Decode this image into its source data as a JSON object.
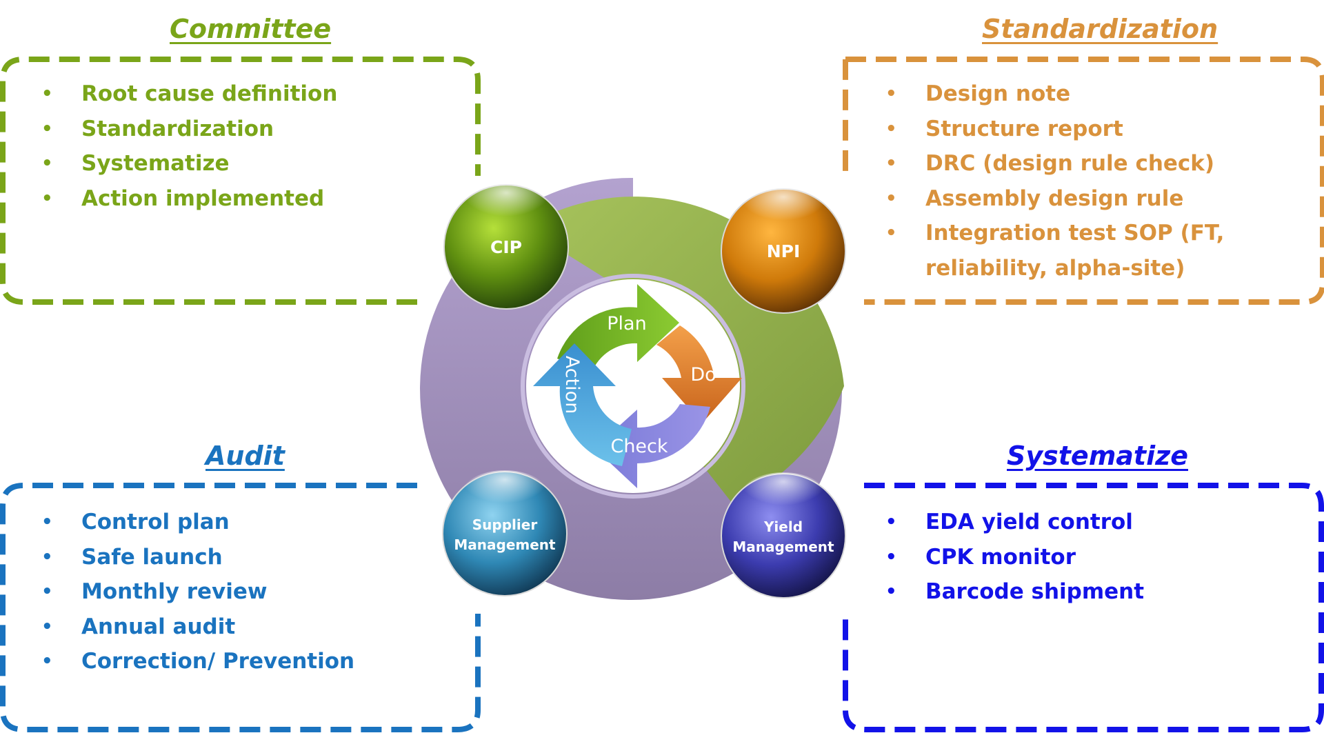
{
  "colors": {
    "committee": "#7aa519",
    "standardization": "#d9923c",
    "audit": "#1a73bf",
    "systematize": "#1212e8"
  },
  "committee": {
    "title": "Committee",
    "items": [
      "Root cause definition",
      "Standardization",
      "Systematize",
      "Action implemented"
    ]
  },
  "standardization": {
    "title": "Standardization",
    "items": [
      "Design note",
      "Structure report",
      "DRC (design rule check)",
      "Assembly design rule",
      "Integration test SOP (FT,",
      "reliability, alpha-site)"
    ]
  },
  "audit": {
    "title": "Audit",
    "items": [
      "Control plan",
      "Safe launch",
      "Monthly review",
      "Annual audit",
      "Correction/ Prevention"
    ]
  },
  "systematize": {
    "title": "Systematize",
    "items": [
      "EDA yield control",
      "CPK monitor",
      "Barcode shipment"
    ]
  },
  "spheres": {
    "cip": "CIP",
    "npi": "NPI",
    "supplier": [
      "Supplier",
      "Management"
    ],
    "yield": [
      "Yield",
      "Management"
    ]
  },
  "pdca": {
    "plan": "Plan",
    "do": "Do",
    "check": "Check",
    "action": "Action"
  }
}
